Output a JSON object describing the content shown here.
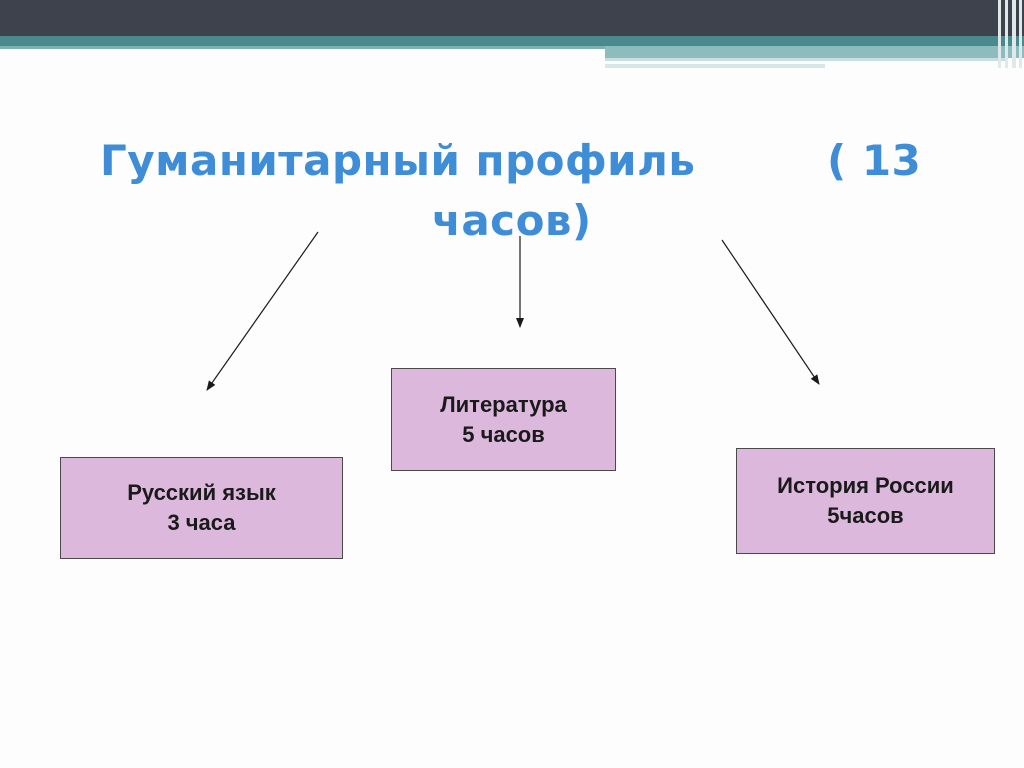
{
  "title": {
    "line1": "Гуманитарный профиль",
    "hours": "( 13",
    "line2": "часов)"
  },
  "boxes": [
    {
      "id": "russian",
      "name": "Русский язык",
      "hours": "3 часа"
    },
    {
      "id": "literature",
      "name": "Литература",
      "hours": "5 часов"
    },
    {
      "id": "history",
      "name": "История России",
      "hours": "5часов"
    }
  ],
  "colors": {
    "title": "#3e8dd6",
    "box_fill": "#dbb8dc",
    "box_border": "#4a4a4a",
    "top_bar": "#3d424d",
    "accent_band": "#4a8a8c"
  }
}
